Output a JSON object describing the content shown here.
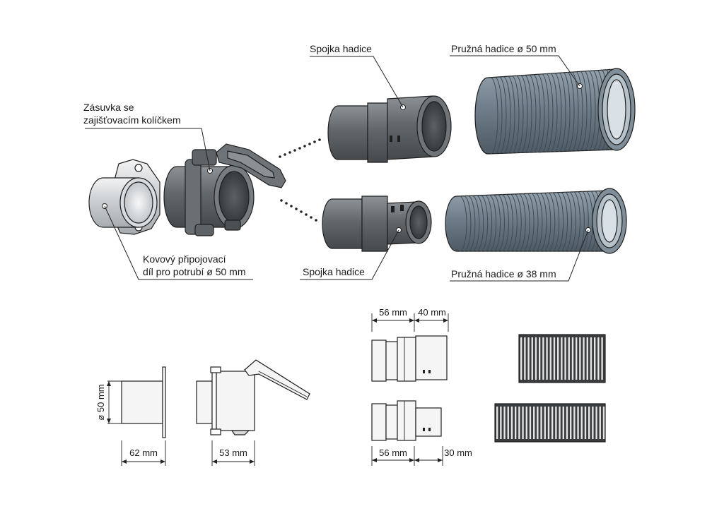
{
  "labels": {
    "socket_line1": "Zásuvka se",
    "socket_line2": "zajišťovacím kolíčkem",
    "pipe_line1": "Kovový připojovací",
    "pipe_line2": "díl pro potrubí ø 50 mm",
    "coupling_top": "Spojka hadice",
    "coupling_bottom": "Spojka hadice",
    "hose_50": "Pružná hadice ø 50 mm",
    "hose_38": "Pružná hadice ø 38 mm"
  },
  "dimensions": {
    "pipe_diameter": "ø 50 mm",
    "pipe_length": "62 mm",
    "socket_length": "53 mm",
    "coupling_top_left": "56 mm",
    "coupling_top_right": "40 mm",
    "coupling_bottom_left": "56 mm",
    "coupling_bottom_right": "30 mm"
  },
  "colors": {
    "metal_light": "#e2e4e6",
    "metal_mid": "#b9bdc1",
    "plastic_dark": "#5b6064",
    "plastic_mid": "#7c8185",
    "hose_blue": "#6f7f8c",
    "hose_light": "#a9b6c0",
    "lineart_fill": "#f5f5f5"
  }
}
